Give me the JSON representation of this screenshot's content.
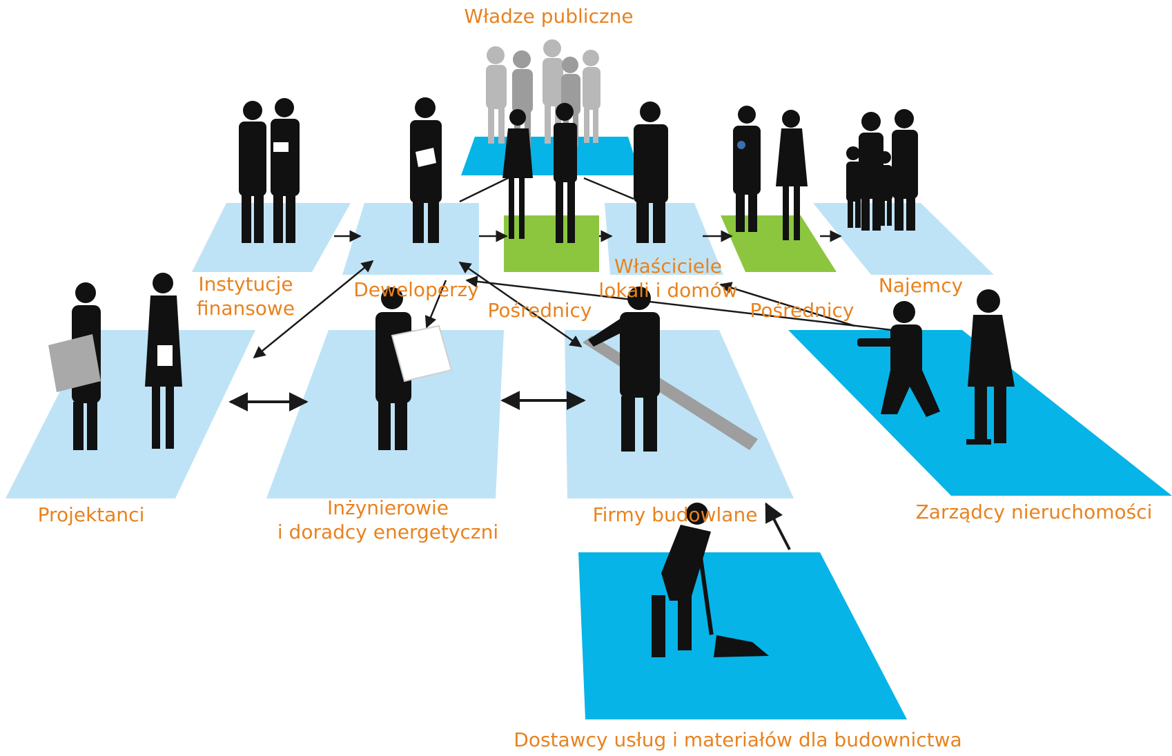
{
  "diagram": {
    "labels": {
      "wladze": "Władze publiczne",
      "instytucje_1": "Instytucje",
      "instytucje_2": "finansowe",
      "deweloperzy": "Deweloperzy",
      "posrednicy_left": "Pośrednicy",
      "wlasciciele_1": "Właściciele",
      "wlasciciele_2": "lokali i domów",
      "posrednicy_right": "Pośrednicy",
      "najemcy": "Najemcy",
      "projektanci": "Projektanci",
      "inzynierowie_1": "Inżynierowie",
      "inzynierowie_2": "i doradcy energetyczni",
      "firmy": "Firmy budowlane",
      "zarzadcy": "Zarządcy nieruchomości",
      "dostawcy": "Dostawcy usług i materiałów dla budownictwa"
    },
    "colors": {
      "label": "#e8821e",
      "tile_light": "#bfe3f6",
      "tile_cyan": "#06b4e8",
      "tile_green": "#8cc63f",
      "silhouette": "#111111",
      "silhouette_grey": "#9c9c9c"
    }
  }
}
